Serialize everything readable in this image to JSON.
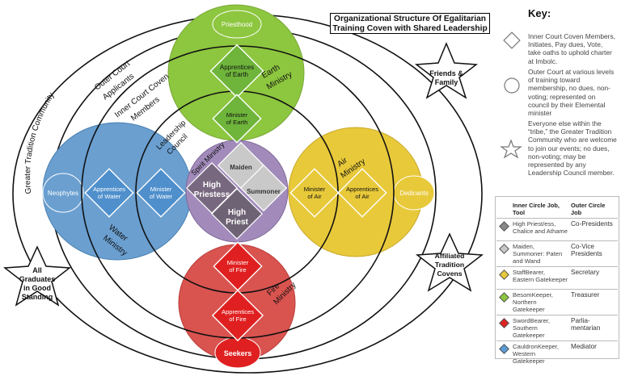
{
  "title": "Organizational Structure Of Egalitarian Training Coven with Shared Leadership",
  "title_lines": [
    "Organizational Structure Of Egalitarian",
    "Training Coven with Shared Leadership"
  ],
  "rings": {
    "greater_tradition": "Greater Tradition Community",
    "outer_court": [
      "Outer Court",
      "Applicants"
    ],
    "inner_court": [
      "Inner Court Coven",
      "Members"
    ],
    "leadership_council": [
      "Leadership",
      "Council"
    ]
  },
  "ministries": {
    "earth": {
      "top": "Priesthood",
      "apprentices": [
        "Apprentices",
        "of Earth"
      ],
      "minister": [
        "Minister",
        "of Earth"
      ],
      "label": [
        "Earth",
        "Ministry"
      ],
      "color": "#8dc63f"
    },
    "water": {
      "left": "Neophytes",
      "apprentices": [
        "Apprentices",
        "of Water"
      ],
      "minister": [
        "Minister",
        "of Water"
      ],
      "label": [
        "Water",
        "Ministry"
      ],
      "color": "#5b9bd5"
    },
    "air": {
      "right": "Dedicants",
      "apprentices": [
        "Apprentices",
        "of Air"
      ],
      "minister": [
        "Minister",
        "of Air"
      ],
      "label": [
        "Air",
        "Ministry"
      ],
      "color": "#e8c93a"
    },
    "fire": {
      "bottom": "Seekers",
      "apprentices": [
        "Apprentices",
        "of Fire"
      ],
      "minister": [
        "Minister",
        "of Fire"
      ],
      "label": [
        "Fire",
        "Ministry"
      ],
      "color": "#d9534f"
    },
    "spirit": {
      "label": "Spirit Ministry",
      "maiden": "Maiden",
      "summoner": "Summoner",
      "high_priestess": [
        "High",
        "Priestess"
      ],
      "high_priest": [
        "High",
        "Priest"
      ],
      "color": "#9e87b5"
    }
  },
  "stars": {
    "friends": [
      "Friends &",
      "Family"
    ],
    "affiliated": [
      "Affiliated",
      "Tradition",
      "Covens"
    ],
    "graduates": [
      "All",
      "Graduates",
      "in Good",
      "Standing"
    ]
  },
  "key": {
    "title": "Key:",
    "diamond_text": "Inner Court Coven Members, Initiates, Pay dues, Vote, take oaths to uphold charter at Imbolc.",
    "circle_text": "Outer Court at various levels of training toward membership, no dues, non-voting; represented on council by their Elemental minister",
    "star_text": "Everyone else within the “tribe,” the Greater Tradition Community who are welcome to join our events; no dues, non-voting; may be represented by any Leadership Council member."
  },
  "jobs_table": {
    "headers": [
      "Inner Circle Job, Tool",
      "Outer Circle Job"
    ],
    "rows": [
      {
        "inner": "High Priest/ess, Chalice and Athame",
        "outer": "Co-Presidents",
        "color": "#888888"
      },
      {
        "inner": "Maiden, Summoner: Paten and Wand",
        "outer": "Co-Vice Presidents",
        "color": "#c8c8c8"
      },
      {
        "inner": "StaffBearer, Eastern Gatekeeper",
        "outer": "Secretary",
        "color": "#e8c93a"
      },
      {
        "inner": "BesomKeeper, Northern Gatekeeper",
        "outer": "Treasurer",
        "color": "#8dc63f"
      },
      {
        "inner": "SwordBearer, Southern Gatekeeper",
        "outer": "Parlia-mentarian",
        "color": "#e02020"
      },
      {
        "inner": "CauldronKeeper, Western Gatekeeper",
        "outer": "Mediator",
        "color": "#5b9bd5"
      }
    ]
  }
}
